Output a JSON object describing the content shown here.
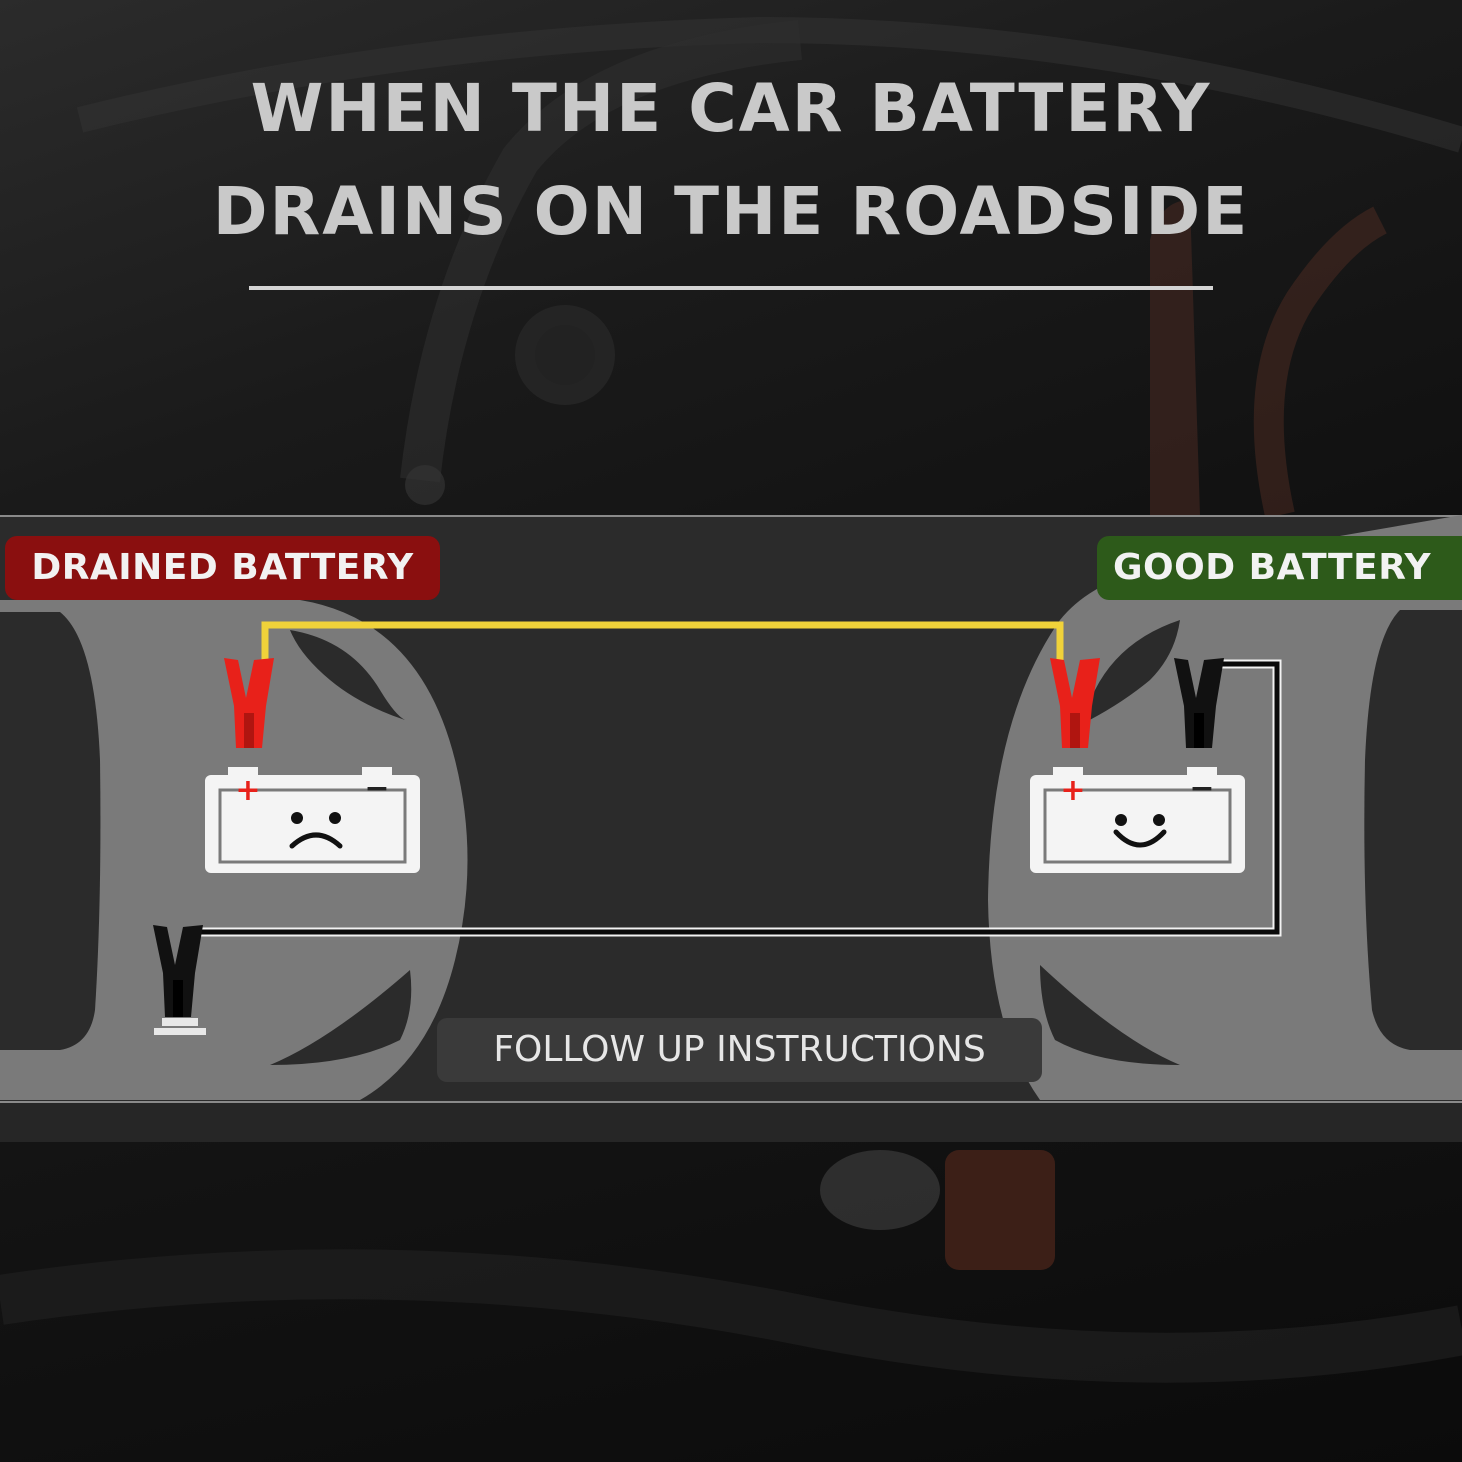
{
  "title": {
    "line1": "WHEN THE CAR BATTERY",
    "line2": "DRAINS ON THE ROADSIDE"
  },
  "labels": {
    "drained": "DRAINED BATTERY",
    "good": "GOOD BATTERY"
  },
  "instructions_label": "FOLLOW UP INSTRUCTIONS",
  "battery_symbols": {
    "plus": "+",
    "minus": "−"
  },
  "colors": {
    "drained_badge": "#8a0f0f",
    "good_badge": "#2d5a1a",
    "positive_cable": "#f0d23a",
    "negative_cable": "#0a0a0a",
    "positive_clamp": "#e8211a",
    "negative_clamp": "#111111",
    "panel_background": "#2a2a2a",
    "car_body": "#777777"
  },
  "icons": {
    "drained_face": "sad-face-icon",
    "good_face": "smiley-face-icon",
    "clamp": "alligator-clamp-icon",
    "ground": "ground-point-icon"
  }
}
